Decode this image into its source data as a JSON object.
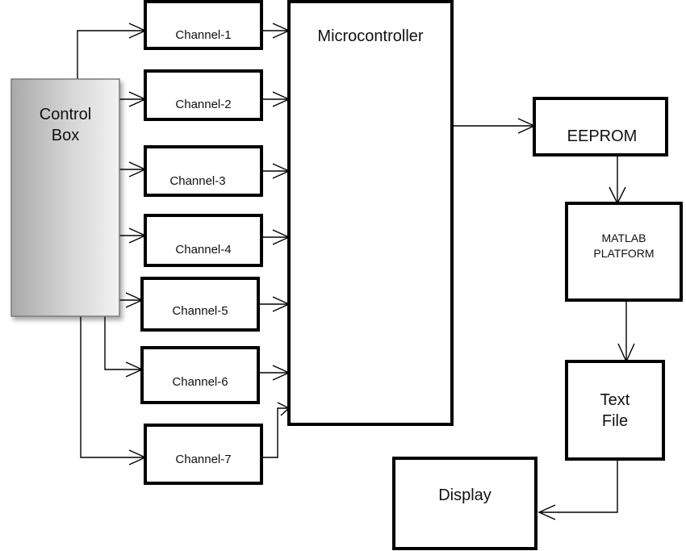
{
  "diagram": {
    "control_box": {
      "line1": "Control",
      "line2": "Box"
    },
    "channels": [
      "Channel-1",
      "Channel-2",
      "Channel-3",
      "Channel-4",
      "Channel-5",
      "Channel-6",
      "Channel-7"
    ],
    "microcontroller": "Microcontroller",
    "eeprom": "EEPROM",
    "matlab": {
      "line1": "MATLAB",
      "line2": "PLATFORM"
    },
    "text_file": {
      "line1": "Text",
      "line2": "File"
    },
    "display": "Display"
  }
}
